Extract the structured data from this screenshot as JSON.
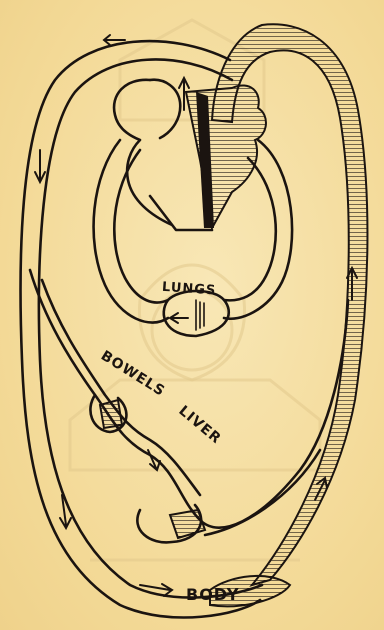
{
  "labels": {
    "lungs": "LUNGS",
    "bowels": "BOWELS",
    "liver": "LIVER",
    "body": "BODY"
  },
  "colors": {
    "background": "#f5dfa4",
    "ink": "#1b1410",
    "watermark": "#e2c98c"
  }
}
